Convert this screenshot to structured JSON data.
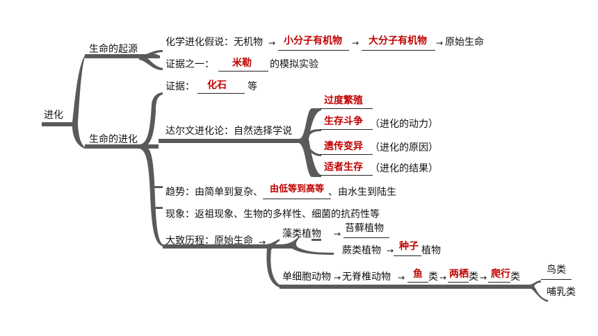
{
  "root": "进化",
  "origin": {
    "title": "生命的起源",
    "hypothesis_prefix": "化学进化假说：无机物",
    "step1": "小分子有机物",
    "step2": "大分子有机物",
    "hypothesis_end": "原始生命",
    "evidence_prefix": "证据之一：",
    "evidence_answer": "米勒",
    "evidence_suffix": "的模拟实验"
  },
  "evolution": {
    "title": "生命的进化",
    "evidence_prefix": "证据：",
    "evidence_answer": "化石",
    "evidence_suffix": "等",
    "darwin_label": "达尔文进化论：自然选择学说",
    "darwin_items": [
      {
        "answer": "过度繁殖",
        "note": ""
      },
      {
        "answer": "生存斗争",
        "note": "（进化的动力）"
      },
      {
        "answer": "遗传变异",
        "note": "（进化的原因）"
      },
      {
        "answer": "适者生存",
        "note": "（进化的结果）"
      }
    ],
    "trend_prefix": "趋势：由简单到复杂、",
    "trend_answer": "由低等到高等",
    "trend_suffix": "、由水生到陆生",
    "phenomena": "现象：返祖现象、生物的多样性、细菌的抗药性等",
    "history_label": "大致历程：原始生命",
    "plants": {
      "algae": "藻类植物",
      "moss": "苔藓植物",
      "fern": "蕨类植物",
      "seed_answer": "种子",
      "seed_suffix": "植物"
    },
    "animals": {
      "start": "单细胞动物",
      "invert": "无脊椎动物",
      "fish_answer": "鱼",
      "lei1": "类",
      "amphib_answer": "两栖",
      "lei2": "类",
      "reptile_answer": "爬行",
      "lei3": "类",
      "bird": "鸟类",
      "mammal": "哺乳类"
    }
  }
}
